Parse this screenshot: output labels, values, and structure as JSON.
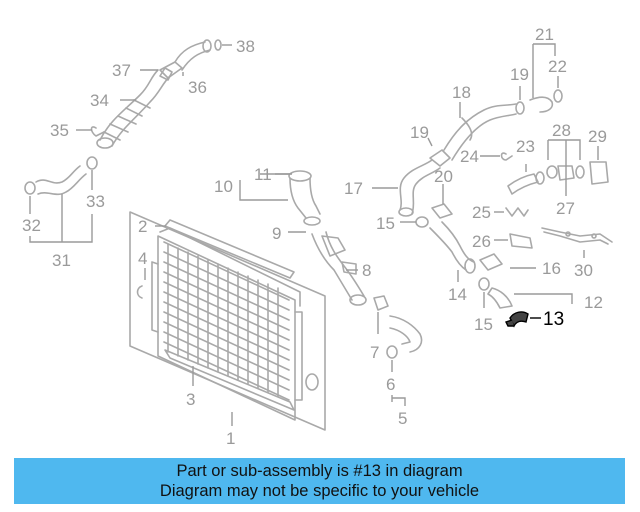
{
  "labels": {
    "l1": "1",
    "l2": "2",
    "l3": "3",
    "l4": "4",
    "l5": "5",
    "l6": "6",
    "l7": "7",
    "l8": "8",
    "l9": "9",
    "l10": "10",
    "l11": "11",
    "l12": "12",
    "l13": "13",
    "l14": "14",
    "l15a": "15",
    "l15b": "15",
    "l16": "16",
    "l17": "17",
    "l18": "18",
    "l19a": "19",
    "l19b": "19",
    "l20": "20",
    "l21": "21",
    "l22": "22",
    "l23": "23",
    "l24": "24",
    "l25": "25",
    "l26": "26",
    "l27": "27",
    "l28": "28",
    "l29": "29",
    "l30": "30",
    "l31": "31",
    "l32": "32",
    "l33": "33",
    "l34": "34",
    "l35": "35",
    "l36": "36",
    "l37": "37",
    "l38": "38"
  },
  "highlight_part": "13",
  "banner": {
    "line1": "Part or sub-assembly is #13 in diagram",
    "line2": "Diagram may not be specific to your vehicle",
    "color": "#4fb8ef"
  },
  "colors": {
    "line": "#a9a9a9",
    "label": "#9a9a9a",
    "highlight": "#000000"
  }
}
